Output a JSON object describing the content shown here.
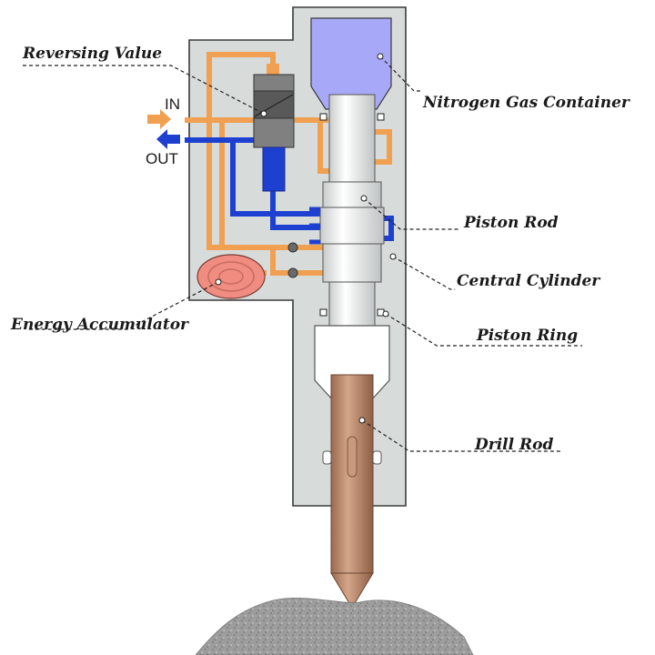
{
  "labels": {
    "reversing_valve": "Reversing Value",
    "nitrogen_gas_container": "Nitrogen Gas Container",
    "in": "IN",
    "out": "OUT",
    "piston_rod": "Piston Rod",
    "central_cylinder": "Central Cylinder",
    "energy_accumulator": "Energy Accumulator",
    "piston_ring": "Piston Ring",
    "drill_rod": "Drill Rod"
  },
  "colors": {
    "housing": "#d7dcdb",
    "housing_stroke": "#3a3a3a",
    "nitrogen": "#a8a8f8",
    "oil_in": "#f0a050",
    "oil_out": "#1e40d0",
    "accumulator": "#f08c80",
    "piston": "#f2f4f4",
    "drill_rod": "#b98566",
    "rock": "#9a9a9a"
  },
  "icons": {
    "in_arrow": "arrow-right-icon",
    "out_arrow": "arrow-left-icon"
  }
}
